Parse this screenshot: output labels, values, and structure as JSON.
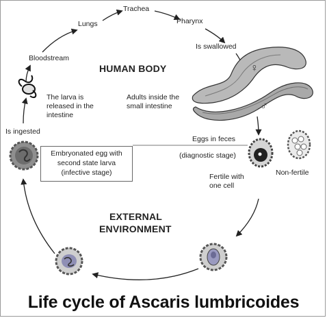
{
  "labels": {
    "trachea": "Trachea",
    "lungs": "Lungs",
    "pharynx": "Pharynx",
    "bloodstream": "Bloodstream",
    "is_swallowed": "Is swallowed",
    "larva_released": "The larva is released in the intestine",
    "adults_inside": "Adults inside the small intestine",
    "is_ingested": "Is ingested",
    "eggs_in_feces": "Eggs in feces",
    "diagnostic_stage": "(diagnostic stage)",
    "fertile_one_cell": "Fertile with one cell",
    "non_fertile": "Non-fertile"
  },
  "callout": {
    "line1": "Embryonated egg with",
    "line2": "second state larva",
    "line3": "(infective stage)"
  },
  "regions": {
    "human_body": "HUMAN BODY",
    "external_line1": "EXTERNAL",
    "external_line2": "ENVIRONMENT"
  },
  "symbols": {
    "female": "♀",
    "male": "♂"
  },
  "title": "Life cycle of Ascaris lumbricoides"
}
